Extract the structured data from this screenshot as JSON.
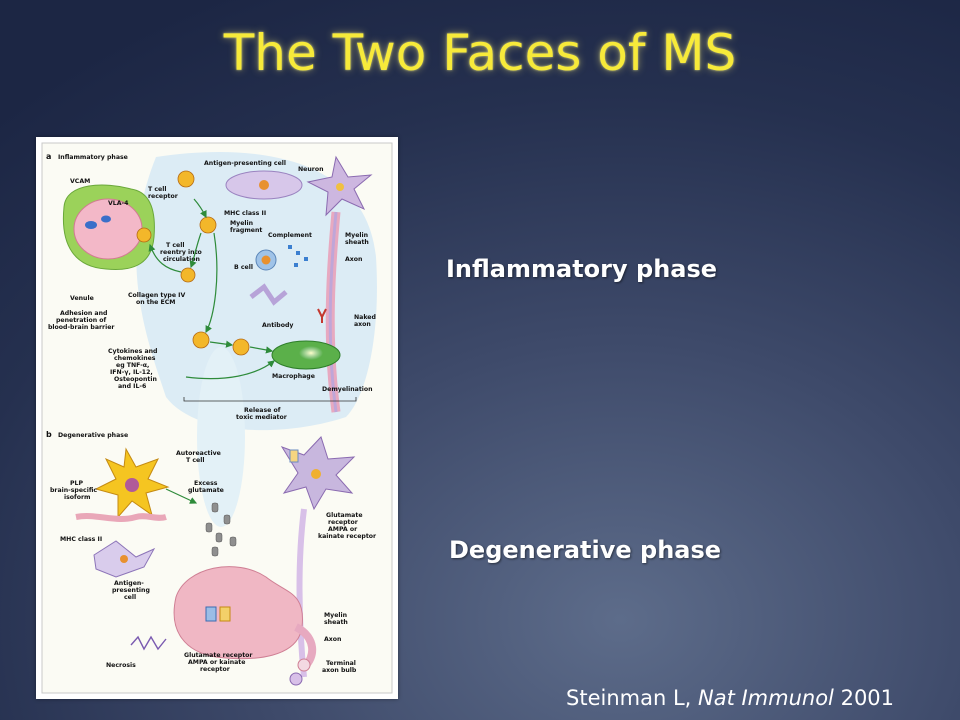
{
  "slide": {
    "title": "The Two Faces of MS",
    "inflammatory_label": "Inflammatory phase",
    "degenerative_label": "Degenerative phase",
    "citation": {
      "author": "Steinman L, ",
      "journal": "Nat Immunol",
      "year": " 2001"
    }
  },
  "figure": {
    "panel_a": {
      "letter": "a",
      "title": "Inflammatory phase",
      "labels": {
        "vcam": "VCAM",
        "vla4": "VLA-4",
        "tcell_receptor_1": "T cell",
        "tcell_receptor_2": "receptor",
        "apc": "Antigen-presenting cell",
        "neuron": "Neuron",
        "mhc2": "MHC class II",
        "myelin_frag_1": "Myelin",
        "myelin_frag_2": "fragment",
        "reentry_1": "T cell",
        "reentry_2": "reentry into",
        "reentry_3": "circulation",
        "complement": "Complement",
        "myelin_sheath_1": "Myelin",
        "myelin_sheath_2": "sheath",
        "bcell": "B cell",
        "axon": "Axon",
        "venule": "Venule",
        "collagen_1": "Collagen type IV",
        "collagen_2": "on the ECM",
        "adhesion_1": "Adhesion and",
        "adhesion_2": "penetration of",
        "adhesion_3": "blood-brain barrier",
        "antibody": "Antibody",
        "naked_1": "Naked",
        "naked_2": "axon",
        "cyto_1": "Cytokines and",
        "cyto_2": "chemokines",
        "cyto_3": "eg TNF-α,",
        "cyto_4": "IFN-γ, IL-12,",
        "cyto_5": "Osteopontin",
        "cyto_6": "and IL-6",
        "macrophage": "Macrophage",
        "demyelination": "Demyelination",
        "release_1": "Release of",
        "release_2": "toxic mediator"
      }
    },
    "panel_b": {
      "letter": "b",
      "title": "Degenerative phase",
      "labels": {
        "autoreactive_1": "Autoreactive",
        "autoreactive_2": "T cell",
        "plp_1": "PLP",
        "plp_2": "brain-specific",
        "plp_3": "isoform",
        "excess_1": "Excess",
        "excess_2": "glutamate",
        "glur_1": "Glutamate",
        "glur_2": "receptor",
        "glur_3": "AMPA or",
        "glur_4": "kainate receptor",
        "mhc2": "MHC class II",
        "apc_1": "Antigen-",
        "apc_2": "presenting",
        "apc_3": "cell",
        "myelin_1": "Myelin",
        "myelin_2": "sheath",
        "axon": "Axon",
        "necrosis": "Necrosis",
        "glur2_1": "Glutamate receptor",
        "glur2_2": "AMPA or kainate",
        "glur2_3": "receptor",
        "terminal_1": "Terminal",
        "terminal_2": "axon bulb"
      }
    }
  }
}
